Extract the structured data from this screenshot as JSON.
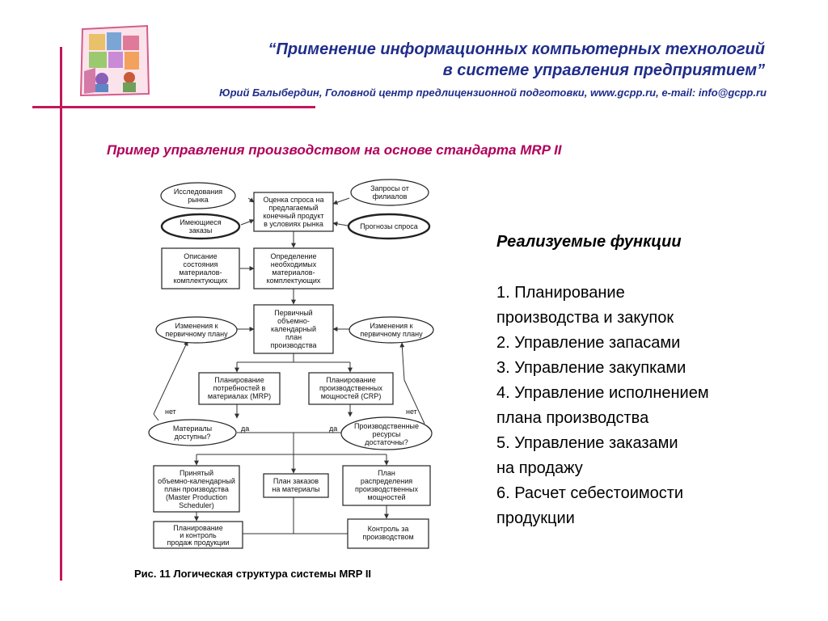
{
  "header": {
    "title_line1": "“Применение информационных компьютерных технологий",
    "title_line2": "в системе управления предприятием”",
    "author": "Юрий Балыбердин, Головной центр предлицензионной подготовки, www.gcpp.ru, e-mail: info@gcpp.ru"
  },
  "subtitle": "Пример управления производством на основе стандарта MRP II",
  "functions": {
    "heading": "Реализуемые функции",
    "lines": [
      "1. Планирование",
      "производства и закупок",
      "2. Управление запасами",
      "3. Управление закупками",
      "4. Управление исполнением",
      "плана производства",
      "5. Управление заказами",
      "на продажу",
      "6. Расчет себестоимости",
      "продукции"
    ]
  },
  "caption": "Рис. 11 Логическая структура системы MRP II",
  "diagram": {
    "nodes": [
      {
        "id": "market",
        "lines": [
          "Исследования",
          "рынка"
        ]
      },
      {
        "id": "demand",
        "lines": [
          "Оценка спроса на",
          "предлагаемый",
          "конечный продукт",
          "в условиях рынка"
        ]
      },
      {
        "id": "branch",
        "lines": [
          "Запросы от",
          "филиалов"
        ]
      },
      {
        "id": "orders",
        "lines": [
          "Имеющиеся",
          "заказы"
        ]
      },
      {
        "id": "forecast",
        "lines": [
          "Прогнозы спроса"
        ]
      },
      {
        "id": "desc",
        "lines": [
          "Описание",
          "состояния",
          "материалов-",
          "комплектующих"
        ]
      },
      {
        "id": "define",
        "lines": [
          "Определение",
          "необходимых",
          "материалов-",
          "комплектующих"
        ]
      },
      {
        "id": "changeL",
        "lines": [
          "Изменения к",
          "первичному плану"
        ]
      },
      {
        "id": "primary",
        "lines": [
          "Первичный",
          "объемно-",
          "календарный",
          "план",
          "производства"
        ]
      },
      {
        "id": "changeR",
        "lines": [
          "Изменения к",
          "первичному плану"
        ]
      },
      {
        "id": "mrp",
        "lines": [
          "Планирование",
          "потребностей в",
          "материалах (MRP)"
        ]
      },
      {
        "id": "crp",
        "lines": [
          "Планирование",
          "производственных",
          "мощностей (CRP)"
        ]
      },
      {
        "id": "matAvail",
        "lines": [
          "Материалы",
          "доступны?"
        ]
      },
      {
        "id": "resAvail",
        "lines": [
          "Производственные",
          "ресурсы",
          "достаточны?"
        ]
      },
      {
        "id": "mps",
        "lines": [
          "Принятый",
          "объемно-календарный",
          "план производства",
          "(Master Production",
          "Scheduler)"
        ]
      },
      {
        "id": "matOrders",
        "lines": [
          "План заказов",
          "на материалы"
        ]
      },
      {
        "id": "distrib",
        "lines": [
          "План",
          "распределения",
          "производственных",
          "мощностей"
        ]
      },
      {
        "id": "sales",
        "lines": [
          "Планирование",
          "и контроль",
          "продаж продукции"
        ]
      },
      {
        "id": "control",
        "lines": [
          "Контроль за",
          "производством"
        ]
      }
    ],
    "labels": {
      "no_left": "нет",
      "no_right": "нет",
      "yes_left": "да",
      "yes_right": "да"
    }
  },
  "colors": {
    "accent": "#c2185b",
    "title": "#1f2d8a",
    "subtitle": "#b0005a"
  },
  "logo_icon": "puzzle-people-logo"
}
